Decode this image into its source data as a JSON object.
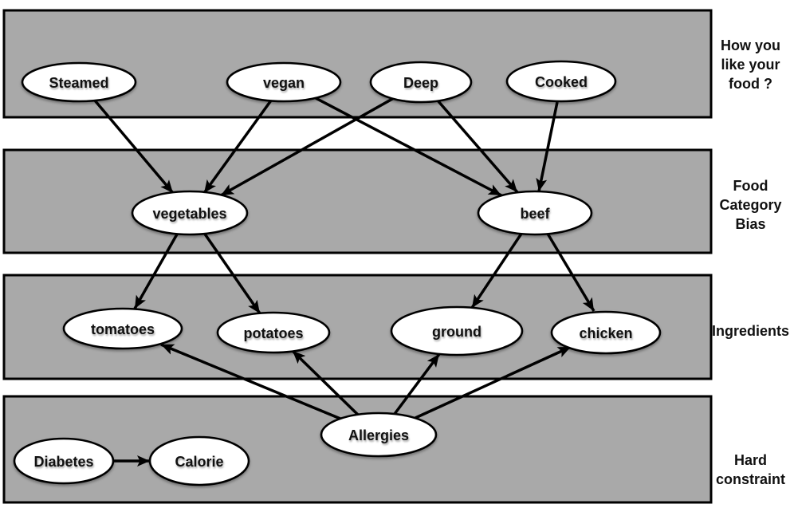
{
  "bands": [
    {
      "name": "how-you-like-your-food",
      "label": "How you\nlike your\nfood ?"
    },
    {
      "name": "food-category-bias",
      "label": "Food\nCategory\nBias"
    },
    {
      "name": "ingredients",
      "label": "Ingredients"
    },
    {
      "name": "hard-constraint",
      "label": "Hard\nconstraint"
    }
  ],
  "nodes": {
    "steamed": {
      "label": "Steamed"
    },
    "vegan": {
      "label": "vegan"
    },
    "deep": {
      "label": "Deep"
    },
    "cooked": {
      "label": "Cooked"
    },
    "vegetables": {
      "label": "vegetables"
    },
    "beef": {
      "label": "beef"
    },
    "tomatoes": {
      "label": "tomatoes"
    },
    "potatoes": {
      "label": "potatoes"
    },
    "ground": {
      "label": "ground"
    },
    "chicken": {
      "label": "chicken"
    },
    "allergies": {
      "label": "Allergies"
    },
    "diabetes": {
      "label": "Diabetes"
    },
    "calorie": {
      "label": "Calorie"
    }
  },
  "edges": [
    {
      "from": "steamed",
      "to": "vegetables"
    },
    {
      "from": "vegan",
      "to": "vegetables"
    },
    {
      "from": "deep",
      "to": "vegetables"
    },
    {
      "from": "vegan",
      "to": "beef"
    },
    {
      "from": "deep",
      "to": "beef"
    },
    {
      "from": "cooked",
      "to": "beef"
    },
    {
      "from": "vegetables",
      "to": "tomatoes"
    },
    {
      "from": "vegetables",
      "to": "potatoes"
    },
    {
      "from": "beef",
      "to": "ground"
    },
    {
      "from": "beef",
      "to": "chicken"
    },
    {
      "from": "allergies",
      "to": "tomatoes"
    },
    {
      "from": "allergies",
      "to": "potatoes"
    },
    {
      "from": "allergies",
      "to": "ground"
    },
    {
      "from": "allergies",
      "to": "chicken"
    },
    {
      "from": "diabetes",
      "to": "calorie"
    }
  ],
  "colors": {
    "band_fill": "#a9a9a9",
    "band_border": "#000000",
    "node_fill": "#ffffff",
    "node_border": "#000000",
    "arrow": "#000000",
    "background": "#ffffff",
    "text": "#111111"
  }
}
